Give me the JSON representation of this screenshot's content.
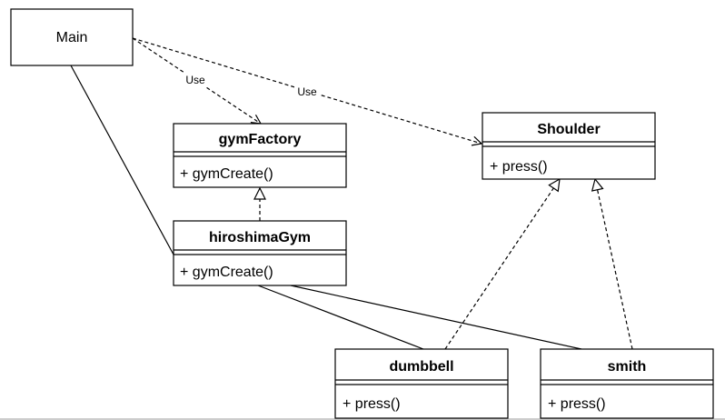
{
  "diagram": {
    "main": {
      "name": "Main"
    },
    "classes": {
      "gymFactory": {
        "name": "gymFactory",
        "method": "+ gymCreate()"
      },
      "hiroshimaGym": {
        "name": "hiroshimaGym",
        "method": "+ gymCreate()"
      },
      "shoulder": {
        "name": "Shoulder",
        "method": "+ press()"
      },
      "dumbbell": {
        "name": "dumbbell",
        "method": "+ press()"
      },
      "smith": {
        "name": "smith",
        "method": "+ press()"
      }
    },
    "edges": {
      "use1": "Use",
      "use2": "Use"
    }
  }
}
